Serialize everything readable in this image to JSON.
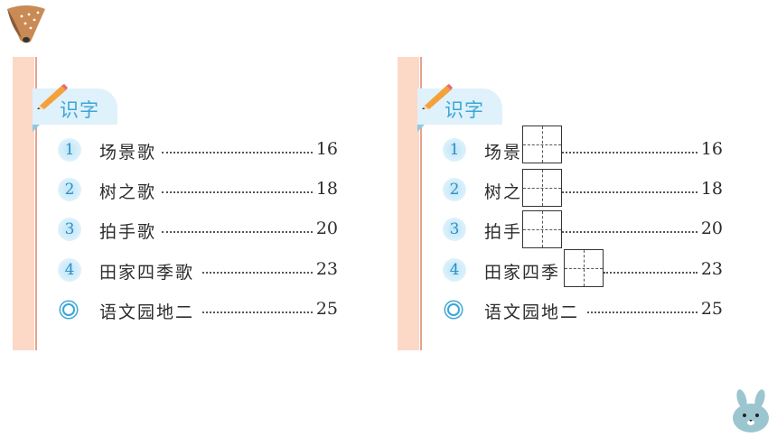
{
  "section_title": "识字",
  "entries": [
    {
      "marker": "1",
      "title": "场景歌",
      "page": "16",
      "blank_title": "场景"
    },
    {
      "marker": "2",
      "title": "树之歌",
      "page": "18",
      "blank_title": "树之"
    },
    {
      "marker": "3",
      "title": "拍手歌",
      "page": "20",
      "blank_title": "拍手"
    },
    {
      "marker": "4",
      "title": "田家四季歌",
      "page": "23",
      "blank_title": "田家四季"
    },
    {
      "marker": "◎",
      "title": "语文园地二",
      "page": "25",
      "blank_title": "语文园地二"
    }
  ],
  "colors": {
    "accent": "#3aa7d5",
    "strip": "#fcd9c6",
    "strip_line": "#e8a18f",
    "tab": "#dff1fb"
  },
  "icons": {
    "header": "pencil-icon",
    "top_left": "fox-icon",
    "bottom_right": "bunny-icon"
  }
}
